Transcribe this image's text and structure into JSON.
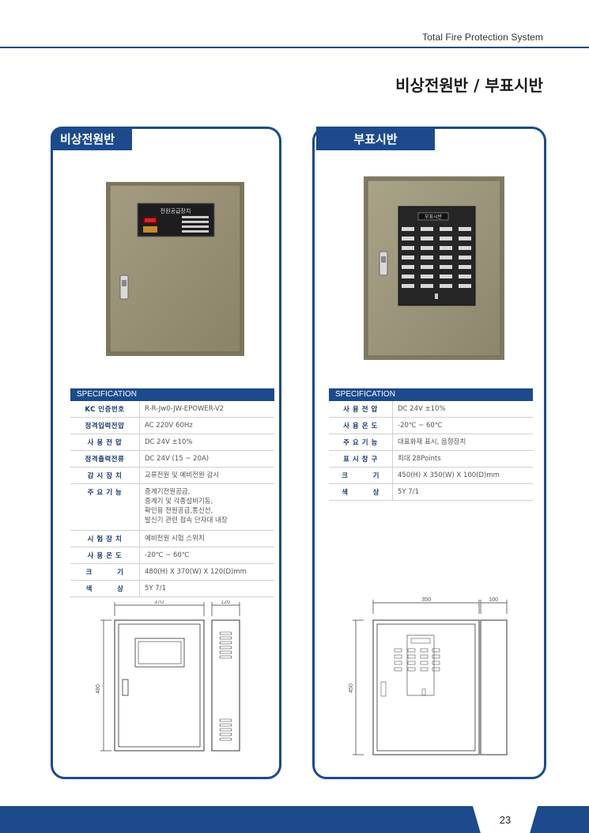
{
  "header": {
    "brand": "Total Fire Protection System",
    "page_title": "비상전원반 / 부표시반"
  },
  "left_panel": {
    "tab_label": "비상전원반",
    "device_label": "전원공급장치",
    "spec_title": "SPECIFICATION",
    "specs": [
      {
        "key": "KC 인증번호",
        "value": "R-R-Jw0-JW-EPOWER-V2"
      },
      {
        "key": "정격입력전압",
        "value": "AC 220V 60Hz"
      },
      {
        "key": "사 용 전 압",
        "value": "DC 24V ±10%"
      },
      {
        "key": "정격출력전류",
        "value": "DC 24V (15 ~ 20A)"
      },
      {
        "key": "감 시 장 치",
        "value": "교류전원 및 예비전원 감시"
      },
      {
        "key": "주 요 기 능",
        "value": "중계기전원공급,\n중계기 및 각종설비기동,\n확인용 전원공급,통신선,\n발신기 관련 접속 단자대 내장"
      },
      {
        "key": "시 험 장 치",
        "value": "예비전원 시험 스위치"
      },
      {
        "key": "사 용 온 도",
        "value": "-20℃ ~ 60℃"
      },
      {
        "key": "크         기",
        "value": "480(H) X 370(W) X 120(D)mm"
      },
      {
        "key": "색         상",
        "value": "5Y 7/1"
      }
    ],
    "dims": {
      "width": "370",
      "depth": "120",
      "height": "480"
    }
  },
  "right_panel": {
    "tab_label": "부표시반",
    "device_label": "부표시반",
    "spec_title": "SPECIFICATION",
    "specs": [
      {
        "key": "사 용 전 압",
        "value": "DC 24V ±10%"
      },
      {
        "key": "사 용 온 도",
        "value": "-20℃ ~ 60℃"
      },
      {
        "key": "주 요 기 능",
        "value": "대표화재 표시, 음향장치"
      },
      {
        "key": "표 시 창 구",
        "value": "최대 28Points"
      },
      {
        "key": "크         기",
        "value": "450(H) X 350(W) X 100(D)mm"
      },
      {
        "key": "색         상",
        "value": "5Y 7/1"
      }
    ],
    "dims": {
      "width": "350",
      "depth": "100",
      "height": "450"
    }
  },
  "footer": {
    "page_number": "23"
  }
}
